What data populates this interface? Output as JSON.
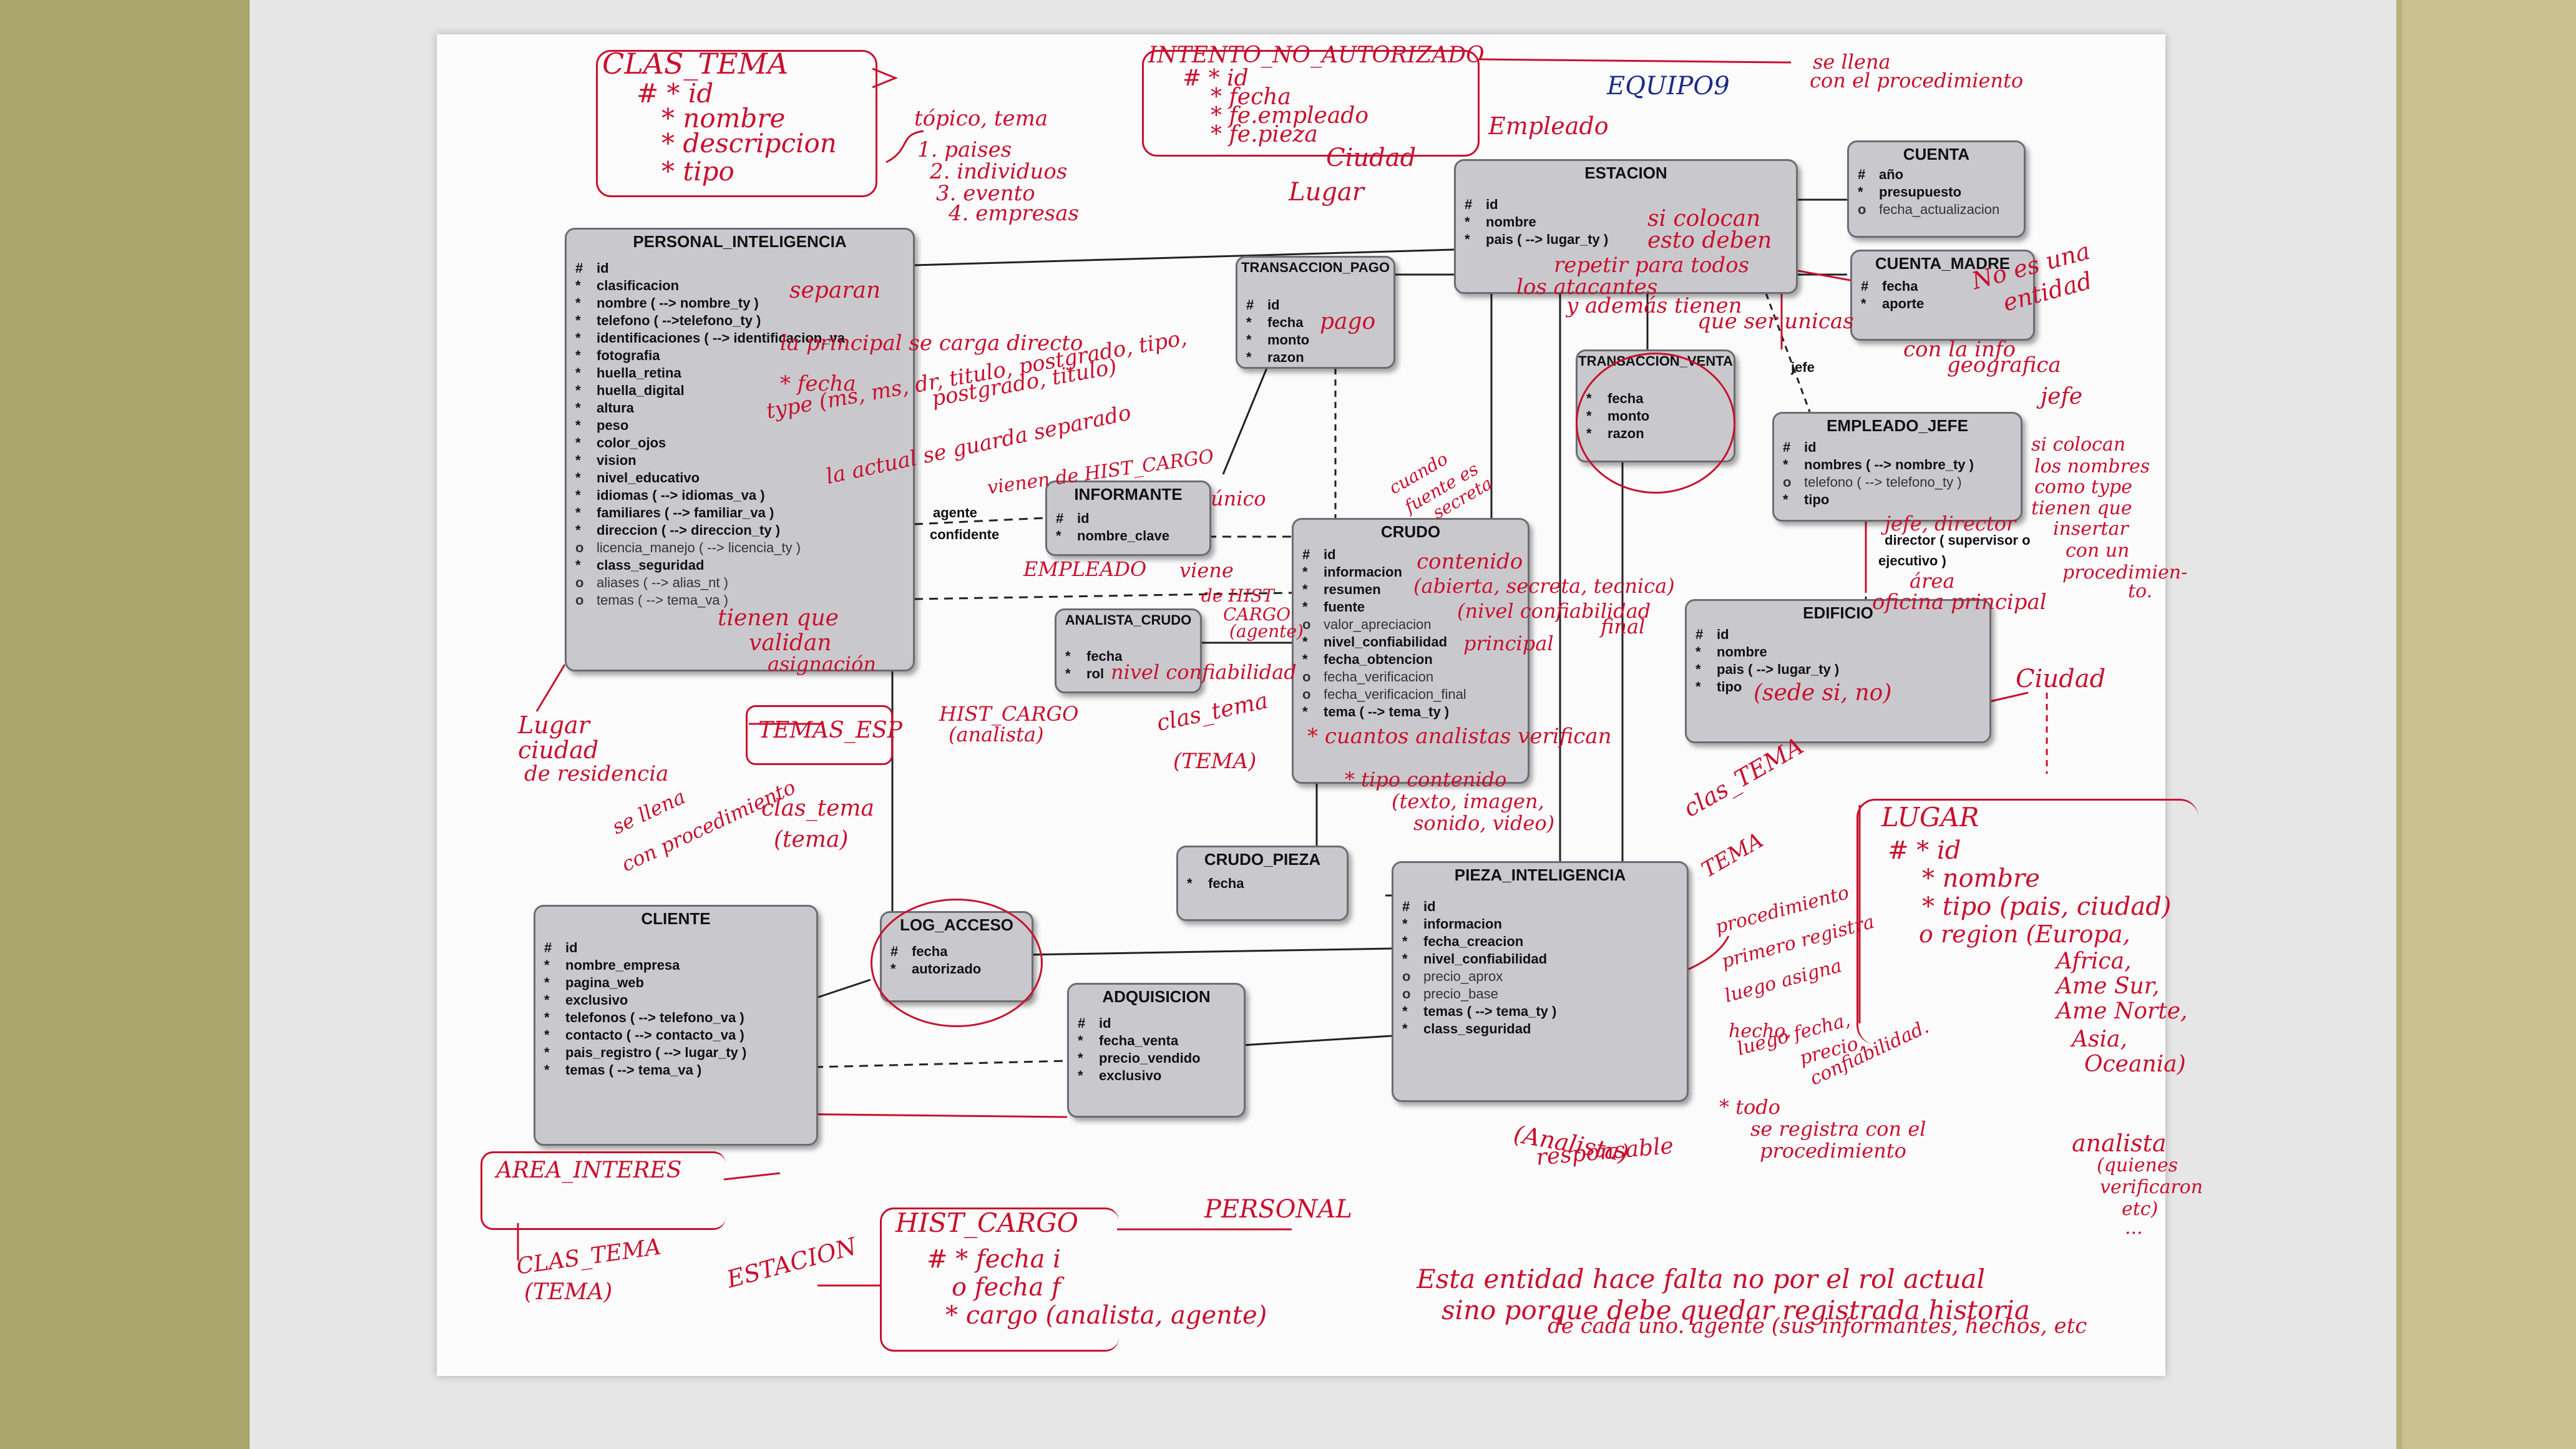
{
  "team_label": "EQUIPO9",
  "entities": {
    "personal_inteligencia": {
      "title": "PERSONAL_INTELIGENCIA",
      "attrs": [
        {
          "mark": "#",
          "text": "id"
        },
        {
          "mark": "*",
          "text": "clasificacion"
        },
        {
          "mark": "*",
          "text": "nombre ( --> nombre_ty )"
        },
        {
          "mark": "*",
          "text": "telefono ( -->telefono_ty )"
        },
        {
          "mark": "*",
          "text": "identificaciones ( --> identificacion_va"
        },
        {
          "mark": "*",
          "text": "fotografia"
        },
        {
          "mark": "*",
          "text": "huella_retina"
        },
        {
          "mark": "*",
          "text": "huella_digital"
        },
        {
          "mark": "*",
          "text": "altura"
        },
        {
          "mark": "*",
          "text": "peso"
        },
        {
          "mark": "*",
          "text": "color_ojos"
        },
        {
          "mark": "*",
          "text": "vision"
        },
        {
          "mark": "*",
          "text": "nivel_educativo"
        },
        {
          "mark": "*",
          "text": "idiomas ( --> idiomas_va )"
        },
        {
          "mark": "*",
          "text": "familiares ( --> familiar_va )"
        },
        {
          "mark": "*",
          "text": "direccion ( --> direccion_ty )"
        },
        {
          "mark": "o",
          "text": "licencia_manejo ( --> licencia_ty )"
        },
        {
          "mark": "*",
          "text": "class_seguridad"
        },
        {
          "mark": "o",
          "text": "aliases ( --> alias_nt )"
        },
        {
          "mark": "o",
          "text": "temas ( --> tema_va )"
        }
      ]
    },
    "informante": {
      "title": "INFORMANTE",
      "attrs": [
        {
          "mark": "#",
          "text": "id"
        },
        {
          "mark": "*",
          "text": "nombre_clave"
        }
      ]
    },
    "transaccion_pago": {
      "title": "TRANSACCION_PAGO",
      "attrs": [
        {
          "mark": "#",
          "text": "id"
        },
        {
          "mark": "*",
          "text": "fecha"
        },
        {
          "mark": "*",
          "text": "monto"
        },
        {
          "mark": "*",
          "text": "razon"
        }
      ]
    },
    "estacion": {
      "title": "ESTACION",
      "attrs": [
        {
          "mark": "#",
          "text": "id"
        },
        {
          "mark": "*",
          "text": "nombre"
        },
        {
          "mark": "*",
          "text": "pais ( --> lugar_ty )"
        }
      ]
    },
    "cuenta": {
      "title": "CUENTA",
      "attrs": [
        {
          "mark": "#",
          "text": "año"
        },
        {
          "mark": "*",
          "text": "presupuesto"
        },
        {
          "mark": "o",
          "text": "fecha_actualizacion"
        }
      ]
    },
    "cuenta_madre": {
      "title": "CUENTA_MADRE",
      "attrs": [
        {
          "mark": "#",
          "text": "fecha"
        },
        {
          "mark": "*",
          "text": "aporte"
        }
      ]
    },
    "transaccion_venta": {
      "title": "TRANSACCION_VENTA",
      "attrs": [
        {
          "mark": "*",
          "text": "fecha"
        },
        {
          "mark": "*",
          "text": "monto"
        },
        {
          "mark": "*",
          "text": "razon"
        }
      ]
    },
    "empleado_jefe": {
      "title": "EMPLEADO_JEFE",
      "attrs": [
        {
          "mark": "#",
          "text": "id"
        },
        {
          "mark": "*",
          "text": "nombres ( --> nombre_ty )"
        },
        {
          "mark": "o",
          "text": "telefono ( --> telefono_ty )"
        },
        {
          "mark": "*",
          "text": "tipo"
        }
      ]
    },
    "crudo": {
      "title": "CRUDO",
      "attrs": [
        {
          "mark": "#",
          "text": "id"
        },
        {
          "mark": "*",
          "text": "informacion"
        },
        {
          "mark": "*",
          "text": "resumen"
        },
        {
          "mark": "*",
          "text": "fuente"
        },
        {
          "mark": "o",
          "text": "valor_apreciacion"
        },
        {
          "mark": "*",
          "text": "nivel_confiabilidad"
        },
        {
          "mark": "*",
          "text": "fecha_obtencion"
        },
        {
          "mark": "o",
          "text": "fecha_verificacion"
        },
        {
          "mark": "o",
          "text": "fecha_verificacion_final"
        },
        {
          "mark": "*",
          "text": "tema ( --> tema_ty )"
        }
      ]
    },
    "analista_crudo": {
      "title": "ANALISTA_CRUDO",
      "attrs": [
        {
          "mark": "*",
          "text": "fecha"
        },
        {
          "mark": "*",
          "text": "rol"
        }
      ]
    },
    "edificio": {
      "title": "EDIFICIO",
      "attrs": [
        {
          "mark": "#",
          "text": "id"
        },
        {
          "mark": "*",
          "text": "nombre"
        },
        {
          "mark": "*",
          "text": "pais ( --> lugar_ty )"
        },
        {
          "mark": "*",
          "text": "tipo"
        }
      ]
    },
    "crudo_pieza": {
      "title": "CRUDO_PIEZA",
      "attrs": [
        {
          "mark": "*",
          "text": "fecha"
        }
      ]
    },
    "pieza_inteligencia": {
      "title": "PIEZA_INTELIGENCIA",
      "attrs": [
        {
          "mark": "#",
          "text": "id"
        },
        {
          "mark": "*",
          "text": "informacion"
        },
        {
          "mark": "*",
          "text": "fecha_creacion"
        },
        {
          "mark": "*",
          "text": "nivel_confiabilidad"
        },
        {
          "mark": "o",
          "text": "precio_aprox"
        },
        {
          "mark": "o",
          "text": "precio_base"
        },
        {
          "mark": "*",
          "text": "temas ( --> tema_ty )"
        },
        {
          "mark": "*",
          "text": "class_seguridad"
        }
      ]
    },
    "cliente": {
      "title": "CLIENTE",
      "attrs": [
        {
          "mark": "#",
          "text": "id"
        },
        {
          "mark": "*",
          "text": "nombre_empresa"
        },
        {
          "mark": "*",
          "text": "pagina_web"
        },
        {
          "mark": "*",
          "text": "exclusivo"
        },
        {
          "mark": "*",
          "text": "telefonos ( --> telefono_va )"
        },
        {
          "mark": "*",
          "text": "contacto ( --> contacto_va )"
        },
        {
          "mark": "*",
          "text": "pais_registro ( --> lugar_ty )"
        },
        {
          "mark": "*",
          "text": "temas ( --> tema_va )"
        }
      ]
    },
    "log_acceso": {
      "title": "LOG_ACCESO",
      "attrs": [
        {
          "mark": "#",
          "text": "fecha"
        },
        {
          "mark": "*",
          "text": "autorizado"
        }
      ]
    },
    "adquisicion": {
      "title": "ADQUISICION",
      "attrs": [
        {
          "mark": "#",
          "text": "id"
        },
        {
          "mark": "*",
          "text": "fecha_venta"
        },
        {
          "mark": "*",
          "text": "precio_vendido"
        },
        {
          "mark": "*",
          "text": "exclusivo"
        }
      ]
    }
  },
  "relations": {
    "agente": "agente",
    "confidente": "confidente",
    "jefe": "jefe",
    "director": "director ( supervisor o",
    "ejecutivo": "ejecutivo )"
  },
  "annotations": {
    "clas_tema_title": "CLAS_TEMA",
    "clas_tema_attrs": [
      "# * id",
      "* nombre",
      "* descripcion",
      "* tipo"
    ],
    "topico": [
      "tópico, tema",
      "1. paises",
      "2. individuos",
      "3. evento",
      "4. empresas"
    ],
    "intento_title": "INTENTO_NO_AUTORIZADO",
    "intento_attrs": [
      "# * id",
      "* fecha",
      "* fe.empleado",
      "* fe.pieza"
    ],
    "se_llena": [
      "se llena",
      "con el procedimiento"
    ],
    "empleado": "Empleado",
    "ciudad_top": "Ciudad",
    "lugar_top": "Lugar",
    "separan": "separan",
    "cargan_directo": "la principal se carga directo",
    "fecha": "* fecha",
    "type": "type (ms, ms, dr, titulo, postgrado, tipo,",
    "postgrado": "postgrado, titulo)",
    "actual_separado": "la actual se guarda separado",
    "vienen_hist": "vienen de HIST_CARGO",
    "tienen_validan": [
      "tienen que",
      "validan"
    ],
    "asignacion": "asignación",
    "lugar_ciudad": [
      "Lugar",
      "ciudad",
      "de residencia"
    ],
    "temas_esp": "TEMAS_ESP",
    "se_llena2": [
      "se llena",
      "con procedimiento"
    ],
    "clas_tema_rel": [
      "clas_tema",
      "(tema)"
    ],
    "hist_cargo_analista": [
      "HIST_CARGO",
      "(analista)"
    ],
    "empleado_rel": "EMPLEADO",
    "hist_cargo_agente": [
      "viene",
      "de HIST",
      "CARGO",
      "(agente)"
    ],
    "unico": "único",
    "cuando": [
      "cuando",
      "fuente es",
      "secreta"
    ],
    "contenido": "contenido",
    "abierta": "(abierta, secreta, tecnica)",
    "nivel_conf": [
      "(nivel confiabilidad",
      "final"
    ],
    "principal": "principal",
    "cuantos_analistas": "* cuantos analistas verifican",
    "tipo_contenido": [
      "* tipo contenido",
      "(texto, imagen,",
      "sonido, video)"
    ],
    "nivel_conf_ac": "nivel confiabilidad",
    "clas_tema_crudo": [
      "clas_tema",
      "(TEMA)"
    ],
    "se_colocan_est": [
      "si colocan",
      "esto deben",
      "repetir para todos",
      "los atacantes",
      "y además tienen",
      "que ser unicas"
    ],
    "pago": "pago",
    "no_es_entidad": [
      "No es una",
      "entidad"
    ],
    "con_info": [
      "con la info",
      "geografica"
    ],
    "jefe_note": "jefe",
    "se_colocan_emp": [
      "si colocan",
      "los nombres",
      "como type",
      "tienen que",
      "insertar",
      "con un",
      "procedimien-",
      "to."
    ],
    "jefe_director": "jefe, director",
    "oficina_principal": "oficina principal",
    "area": "área",
    "sede_si_no": "(sede si, no)",
    "ciudad_edif": "Ciudad",
    "clas_tema_pieza": [
      "clas_TEMA",
      "TEMA"
    ],
    "lugar_title": "LUGAR",
    "lugar_attrs": [
      "# * id",
      "* nombre",
      "* tipo (pais, ciudad)",
      "o region (Europa,"
    ],
    "regions": [
      "Africa,",
      "Ame Sur,",
      "Ame Norte,",
      "Asia,",
      "Oceania)"
    ],
    "procedimiento": [
      "procedimiento",
      "primero registra",
      "luego asigna",
      "hecho,",
      "luego fecha,",
      "precio,",
      "confiabilidad."
    ],
    "todo_proc": [
      "* todo",
      "se registra con el",
      "procedimiento"
    ],
    "analista_resp": [
      "(Analista)",
      "responsable"
    ],
    "area_interes": "AREA_INTERES",
    "clas_tema_area": [
      "CLAS_TEMA",
      "(TEMA)"
    ],
    "estacion_rel": "ESTACION",
    "hist_cargo_title": "HIST_CARGO",
    "hist_cargo_attrs": [
      "# * fecha i",
      "o fecha f",
      "* cargo (analista, agente)"
    ],
    "personal_rel": "PERSONAL",
    "esta_entidad": [
      "Esta entidad hace falta no por el rol actual",
      "sino porque debe quedar registrada historia",
      "de cada uno. agente (sus informantes, hechos, etc"
    ],
    "analista_note": [
      "analista",
      "(quienes",
      "verificaron",
      "etc)",
      "..."
    ]
  }
}
